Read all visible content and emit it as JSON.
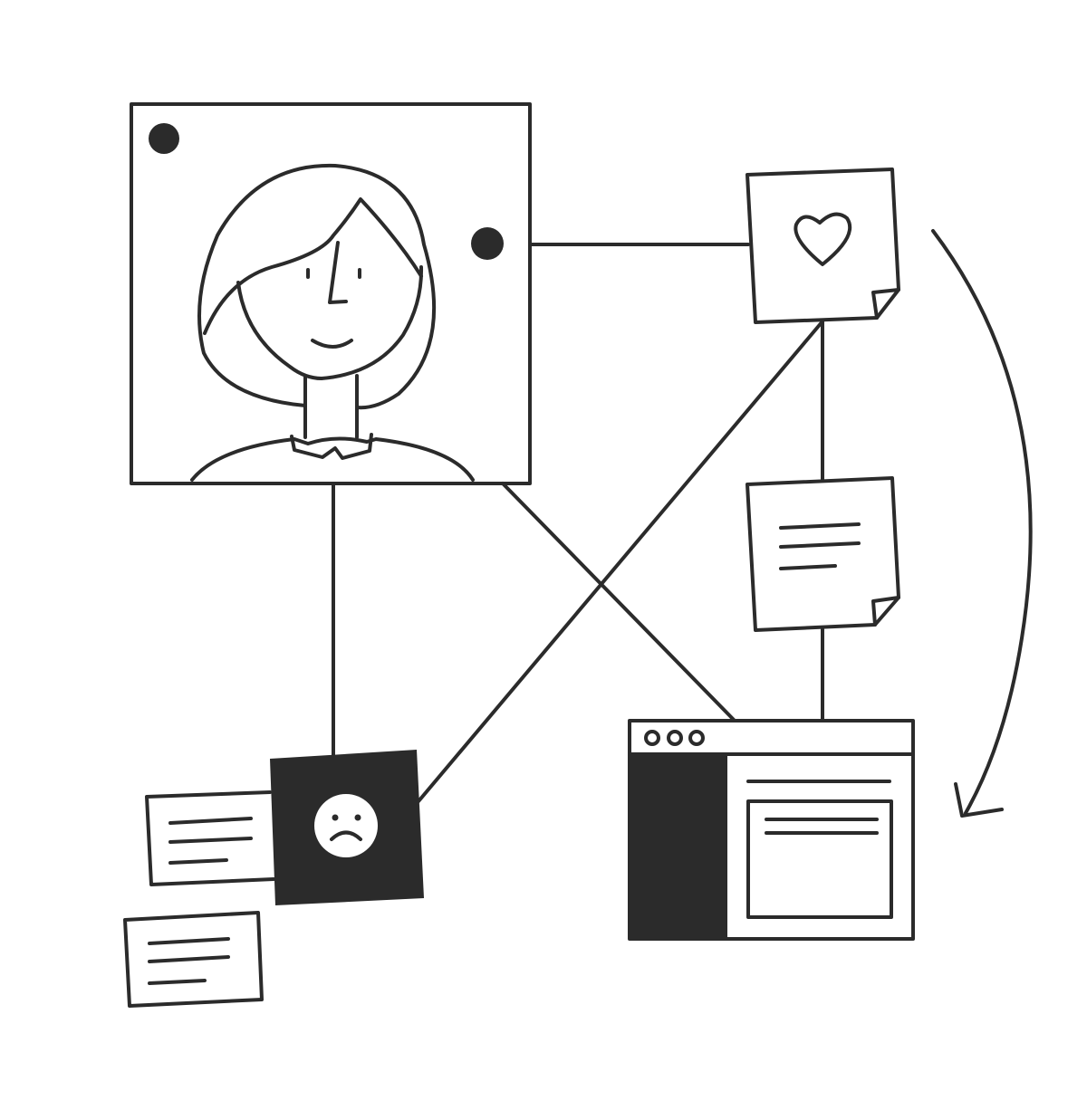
{
  "diagram": {
    "colors": {
      "ink": "#2b2b2b",
      "paper": "#ffffff"
    },
    "nodes": [
      {
        "id": "persona-card",
        "icon": "person-portrait-icon",
        "style": "outline"
      },
      {
        "id": "heart-note",
        "icon": "heart-icon",
        "style": "sticky-note"
      },
      {
        "id": "text-note",
        "icon": "text-lines-icon",
        "style": "sticky-note"
      },
      {
        "id": "browser-window",
        "icon": "browser-window-icon",
        "style": "outline"
      },
      {
        "id": "sad-card",
        "icon": "sad-face-icon",
        "style": "filled"
      },
      {
        "id": "comment-card-1",
        "icon": "text-lines-icon",
        "style": "outline"
      },
      {
        "id": "comment-card-2",
        "icon": "text-lines-icon",
        "style": "outline"
      }
    ],
    "connections": [
      {
        "from": "persona-card",
        "to": "heart-note"
      },
      {
        "from": "persona-card",
        "to": "sad-card"
      },
      {
        "from": "persona-card",
        "to": "browser-window"
      },
      {
        "from": "heart-note",
        "to": "sad-card"
      },
      {
        "from": "heart-note",
        "to": "text-note"
      },
      {
        "from": "text-note",
        "to": "browser-window"
      }
    ],
    "flow_arrow": {
      "icon": "curved-arrow-icon",
      "direction": "clockwise-down"
    }
  }
}
